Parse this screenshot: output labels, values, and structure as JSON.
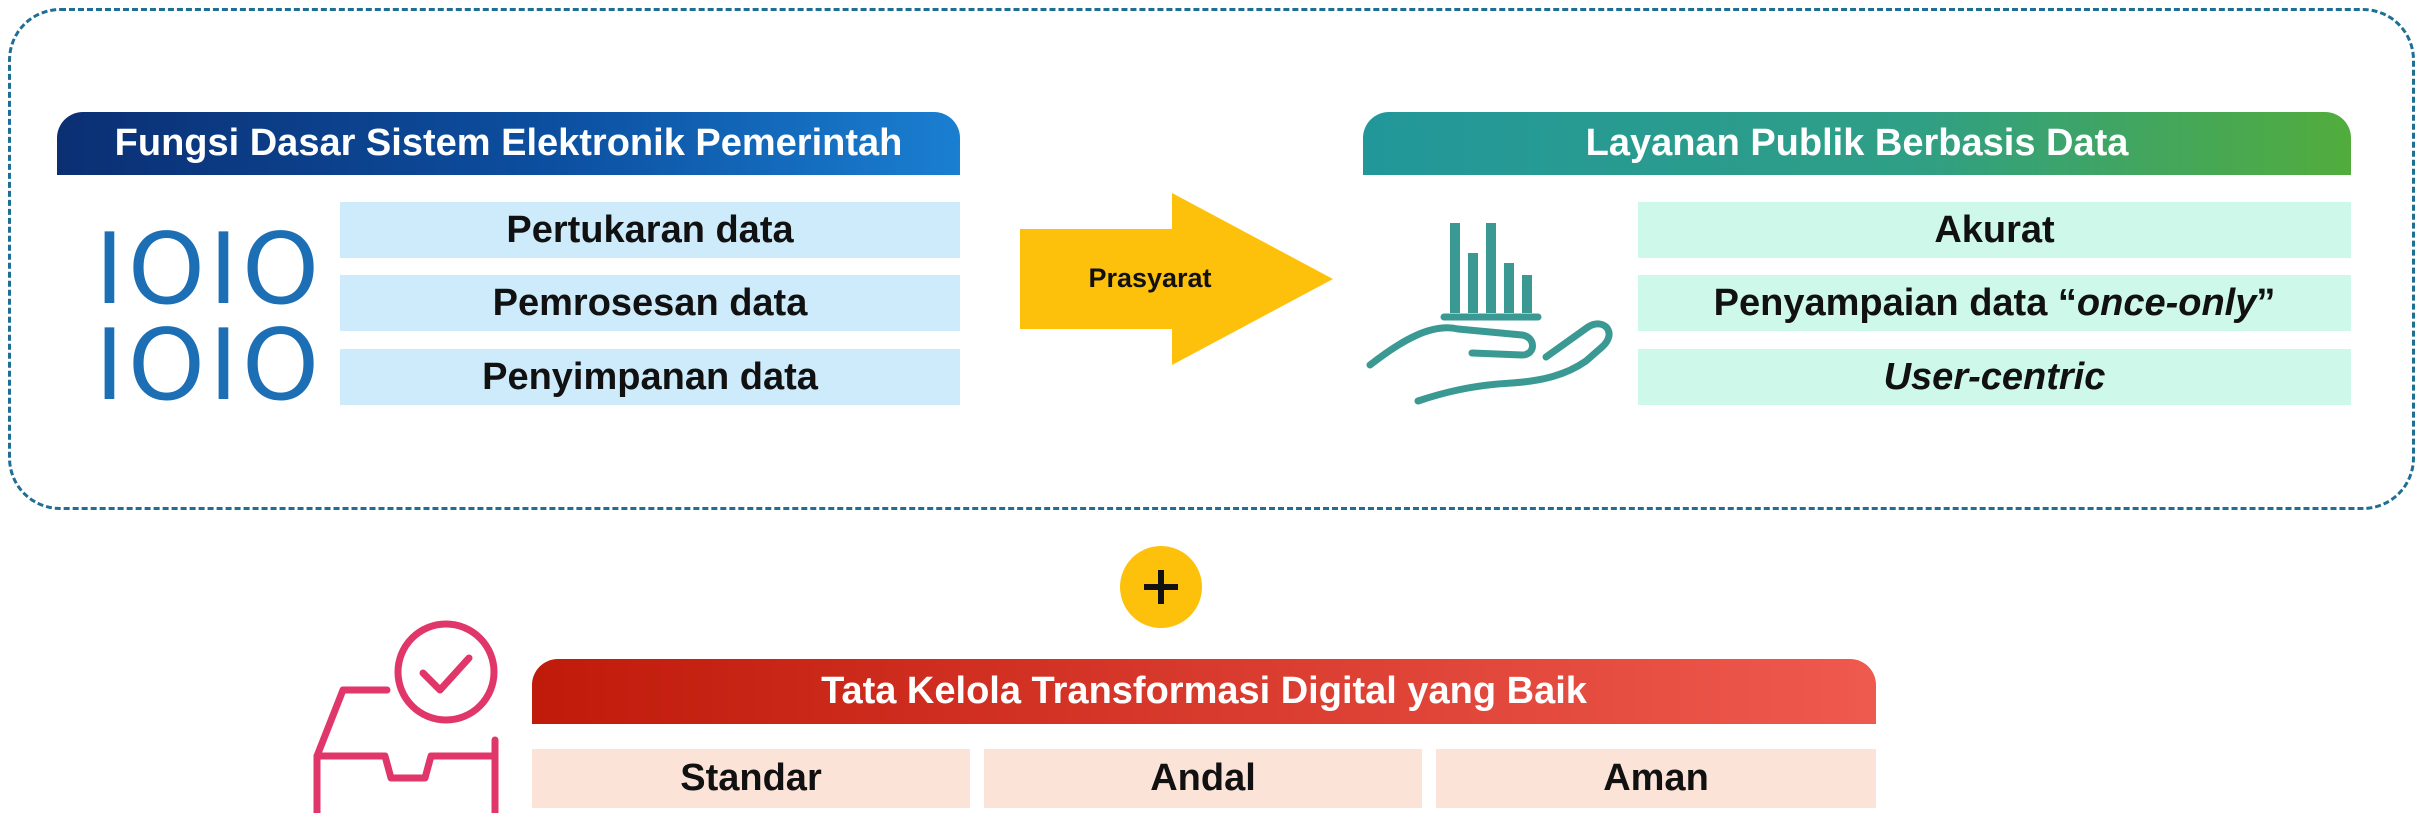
{
  "top_left": {
    "header": "Fungsi Dasar Sistem Elektronik Pemerintah",
    "binary_rows": [
      "IOIO",
      "IOIO"
    ],
    "items": [
      "Pertukaran data",
      "Pemrosesan data",
      "Penyimpanan data"
    ]
  },
  "arrow": {
    "label": "Prasyarat"
  },
  "top_right": {
    "header": "Layanan Publik Berbasis Data",
    "items": [
      {
        "text": "Akurat"
      },
      {
        "prefix": "Penyampaian data “",
        "italic": "once-only",
        "suffix": "”"
      },
      {
        "italic": "User-centric"
      }
    ]
  },
  "plus": {
    "symbol": "+"
  },
  "bottom": {
    "header": "Tata Kelola Transformasi Digital yang Baik",
    "items": [
      "Standar",
      "Andal",
      "Aman"
    ]
  },
  "colors": {
    "frame": "#1f6f95",
    "header_left": "#0c4fa0",
    "header_right": "#2f9f86",
    "header_bottom": "#d83a2d",
    "arrow": "#fdc10b",
    "plus": "#fdc10b",
    "icon_blue": "#1c6fb5",
    "icon_teal": "#3a9a93",
    "icon_pink": "#e0366a",
    "item_blue": "#cdebfa",
    "item_green": "#cdf8ea",
    "item_peach": "#fbe3d8"
  },
  "icons": [
    "binary-icon",
    "hand-chart-icon",
    "inbox-check-icon",
    "plus-icon",
    "arrow-icon"
  ]
}
